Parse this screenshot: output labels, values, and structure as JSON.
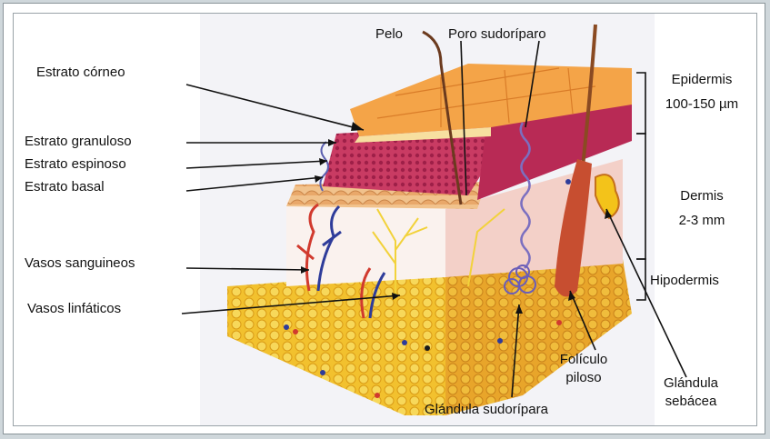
{
  "labels": {
    "estrato_corneo": "Estrato córneo",
    "estrato_granuloso": "Estrato granuloso",
    "estrato_espinoso": "Estrato espinoso",
    "estrato_basal": "Estrato basal",
    "vasos_sanguineos": "Vasos sanguineos",
    "vasos_linfaticos": "Vasos linfáticos",
    "pelo": "Pelo",
    "poro_sudoriparo": "Poro sudoríparo",
    "epidermis": "Epidermis",
    "epidermis_size": "100-150 µm",
    "dermis": "Dermis",
    "dermis_size": "2-3 mm",
    "hipodermis": "Hipodermis",
    "foliculo_line1": "Folículo",
    "foliculo_line2": "piloso",
    "glandula_sudoripara": "Glándula sudorípara",
    "glandula_sebacea_line1": "Glándula",
    "glandula_sebacea_line2": "sebácea"
  },
  "colors": {
    "epidermis_top": "#f3a04a",
    "granular_layer": "#c73a63",
    "dermis": "#f3d2cc",
    "hypodermis": "#f1c434",
    "background_panel": "#f2f2f6"
  }
}
